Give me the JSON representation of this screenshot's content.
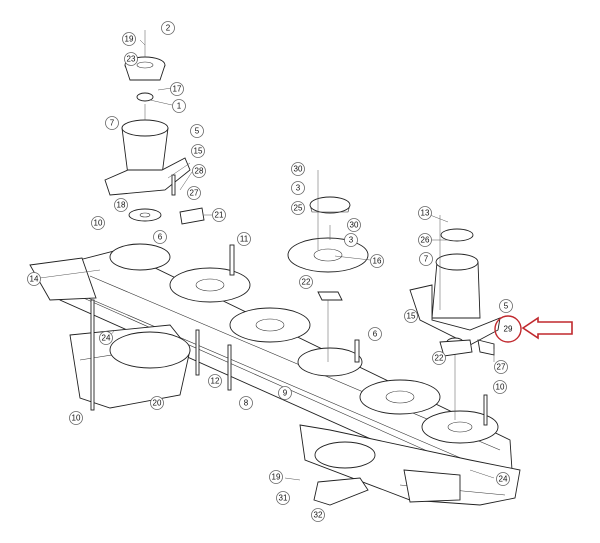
{
  "diagram": {
    "callouts": [
      {
        "id": "c-2",
        "text": "2"
      },
      {
        "id": "c-19a",
        "text": "19"
      },
      {
        "id": "c-23",
        "text": "23"
      },
      {
        "id": "c-17",
        "text": "17"
      },
      {
        "id": "c-1",
        "text": "1"
      },
      {
        "id": "c-7a",
        "text": "7"
      },
      {
        "id": "c-5a",
        "text": "5"
      },
      {
        "id": "c-15a",
        "text": "15"
      },
      {
        "id": "c-28",
        "text": "28"
      },
      {
        "id": "c-27a",
        "text": "27"
      },
      {
        "id": "c-18",
        "text": "18"
      },
      {
        "id": "c-21",
        "text": "21"
      },
      {
        "id": "c-10a",
        "text": "10"
      },
      {
        "id": "c-6a",
        "text": "6"
      },
      {
        "id": "c-11",
        "text": "11"
      },
      {
        "id": "c-14",
        "text": "14"
      },
      {
        "id": "c-30a",
        "text": "30"
      },
      {
        "id": "c-3a",
        "text": "3"
      },
      {
        "id": "c-25",
        "text": "25"
      },
      {
        "id": "c-30b",
        "text": "30"
      },
      {
        "id": "c-3b",
        "text": "3"
      },
      {
        "id": "c-16",
        "text": "16"
      },
      {
        "id": "c-22a",
        "text": "22"
      },
      {
        "id": "c-13",
        "text": "13"
      },
      {
        "id": "c-26",
        "text": "26"
      },
      {
        "id": "c-7b",
        "text": "7"
      },
      {
        "id": "c-15b",
        "text": "15"
      },
      {
        "id": "c-5b",
        "text": "5"
      },
      {
        "id": "c-29",
        "text": "29"
      },
      {
        "id": "c-22b",
        "text": "22"
      },
      {
        "id": "c-27b",
        "text": "27"
      },
      {
        "id": "c-6b",
        "text": "6"
      },
      {
        "id": "c-24a",
        "text": "24"
      },
      {
        "id": "c-12",
        "text": "12"
      },
      {
        "id": "c-8",
        "text": "8"
      },
      {
        "id": "c-9",
        "text": "9"
      },
      {
        "id": "c-20",
        "text": "20"
      },
      {
        "id": "c-10b",
        "text": "10"
      },
      {
        "id": "c-10c",
        "text": "10"
      },
      {
        "id": "c-19b",
        "text": "19"
      },
      {
        "id": "c-31",
        "text": "31"
      },
      {
        "id": "c-32",
        "text": "32"
      },
      {
        "id": "c-24b",
        "text": "24"
      }
    ],
    "highlight": {
      "text": "29",
      "color": "#c0282d"
    },
    "line_color": "#222222"
  }
}
